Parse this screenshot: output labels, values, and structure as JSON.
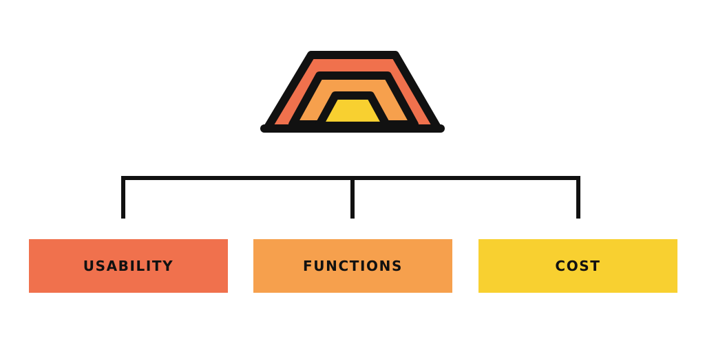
{
  "diagram": {
    "icon": "layered-trapezoid-icon",
    "boxes": [
      {
        "label": "USABILITY",
        "color": "#F0714D"
      },
      {
        "label": "FUNCTIONS",
        "color": "#F6A04D"
      },
      {
        "label": "COST",
        "color": "#F8D030"
      }
    ],
    "icon_colors": {
      "outline": "#111111",
      "outer_band": "#F0714D",
      "middle_band": "#F6A04D",
      "inner_band": "#F8D030"
    },
    "connector_color": "#111111"
  }
}
